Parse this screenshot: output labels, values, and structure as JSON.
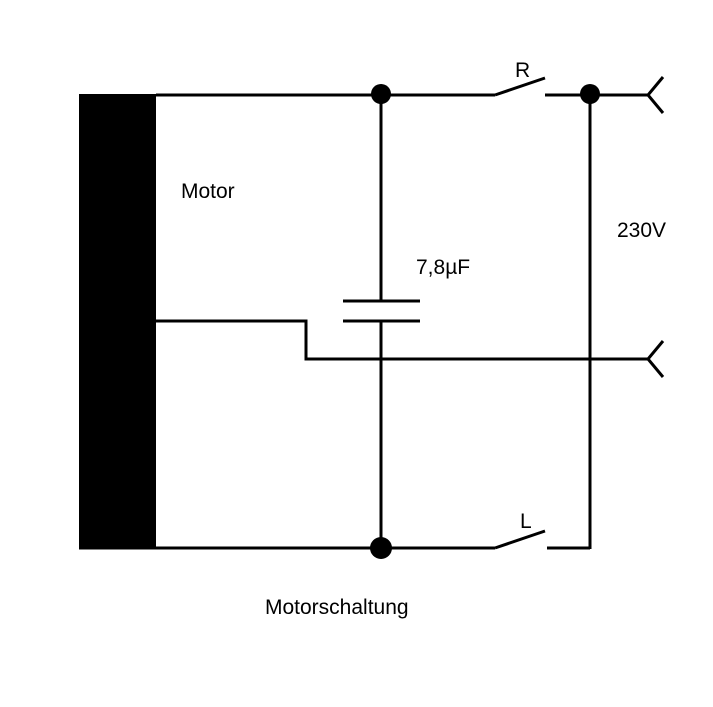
{
  "labels": {
    "motor": "Motor",
    "capacitor": "7,8µF",
    "voltage": "230V",
    "switch_r": "R",
    "switch_l": "L",
    "caption": "Motorschaltung"
  },
  "colors": {
    "line": "#000000",
    "background": "#ffffff"
  }
}
